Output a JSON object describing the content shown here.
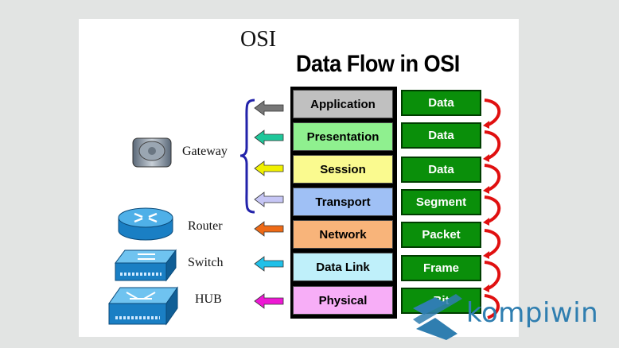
{
  "osi_label": "OSI",
  "title": "Data Flow in OSI",
  "layers": [
    {
      "name": "Application",
      "pdu": "Data",
      "color": "#c0c0c0",
      "arrow_color": "#777777"
    },
    {
      "name": "Presentation",
      "pdu": "Data",
      "color": "#8ff08f",
      "arrow_color": "#1fc79a"
    },
    {
      "name": "Session",
      "pdu": "Data",
      "color": "#fafa8f",
      "arrow_color": "#f0f000"
    },
    {
      "name": "Transport",
      "pdu": "Segment",
      "color": "#9fc0f5",
      "arrow_color": "#c6c6f5"
    },
    {
      "name": "Network",
      "pdu": "Packet",
      "color": "#f8b47a",
      "arrow_color": "#ee6a16"
    },
    {
      "name": "Data Link",
      "pdu": "Frame",
      "color": "#bff0fa",
      "arrow_color": "#20c0e8"
    },
    {
      "name": "Physical",
      "pdu": "Bit",
      "color": "#f7aef7",
      "arrow_color": "#ee18d4"
    }
  ],
  "devices": {
    "gateway": "Gateway",
    "router": "Router",
    "switch": "Switch",
    "hub": "HUB"
  },
  "brand": {
    "name": "kompiwin",
    "color": "#2f7eb0"
  },
  "colors": {
    "pdu_fill": "#0a8f0a",
    "flow_arrow": "#e01010",
    "brace": "#2222aa"
  }
}
